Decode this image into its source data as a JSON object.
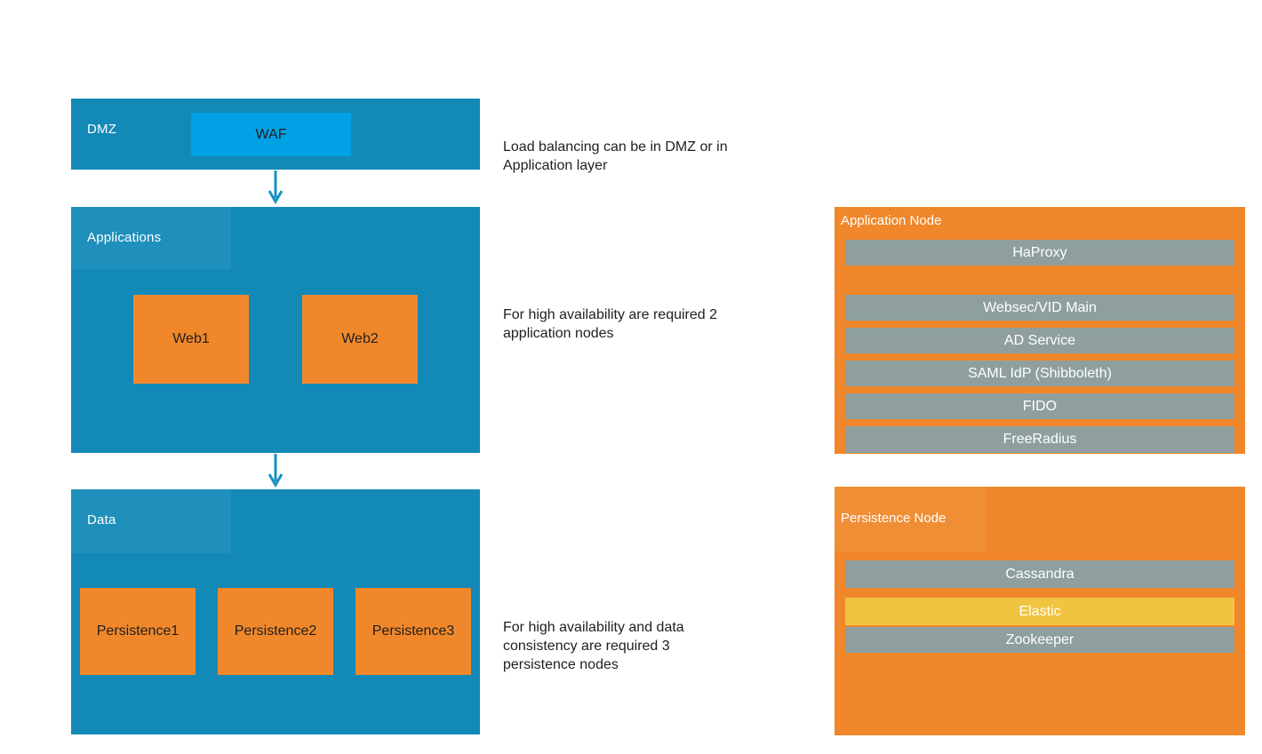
{
  "colors": {
    "layer_blue": "#1389B8",
    "waf_blue": "#00A2E5",
    "node_orange": "#F0882B",
    "service_gray": "#8F9FA0",
    "elastic_yellow": "#F0C440",
    "arrow_blue": "#1791C4",
    "dark_text": "#1F1F1F",
    "light_text": "#FFFFFF"
  },
  "layers": {
    "dmz": {
      "label": "DMZ",
      "waf": {
        "label": "WAF"
      }
    },
    "applications": {
      "label": "Applications",
      "boxes": [
        {
          "label": "Web1"
        },
        {
          "label": "Web2"
        }
      ]
    },
    "data": {
      "label": "Data",
      "boxes": [
        {
          "label": "Persistence1"
        },
        {
          "label": "Persistence2"
        },
        {
          "label": "Persistence3"
        }
      ]
    }
  },
  "annotations": [
    {
      "lines": [
        "Load balancing can be in DMZ or in",
        "Application layer"
      ]
    },
    {
      "lines": [
        "For high availability are required 2",
        "application nodes"
      ]
    },
    {
      "lines": [
        "For high availability and data",
        "consistency are required 3",
        "persistence nodes"
      ]
    }
  ],
  "panels": {
    "application_node": {
      "title": "Application Node",
      "services": [
        "HaProxy",
        "Websec/VID Main",
        "AD Service",
        "SAML IdP (Shibboleth)",
        "FIDO",
        "FreeRadius"
      ]
    },
    "persistence_node": {
      "title": "Persistence Node",
      "services": [
        "Cassandra",
        "Elastic",
        "Zookeeper"
      ],
      "highlighted_service": "Elastic"
    }
  }
}
